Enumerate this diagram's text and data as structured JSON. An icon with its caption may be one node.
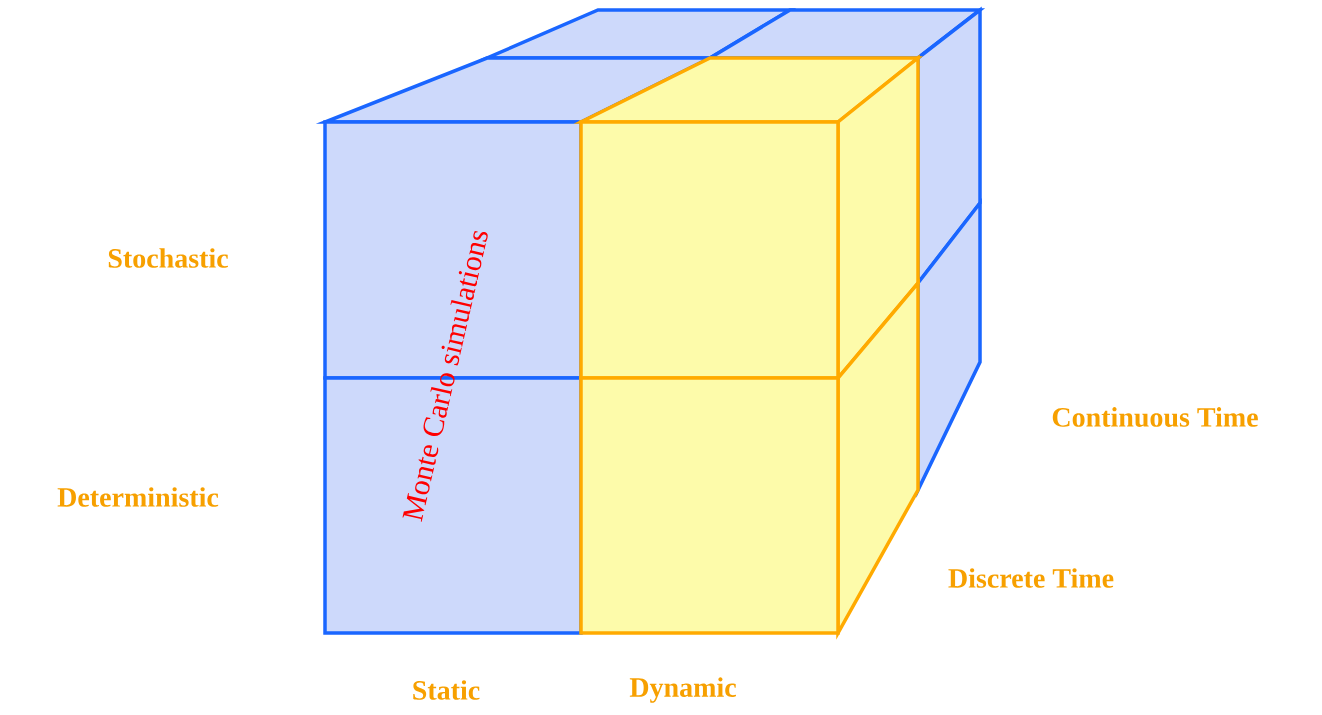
{
  "diagram": {
    "labels": [
      "Stochastic",
      "Deterministic",
      "Monte Carlo simulations",
      "Continuous Time",
      "Discrete Time",
      "Static",
      "Dynamic"
    ]
  }
}
